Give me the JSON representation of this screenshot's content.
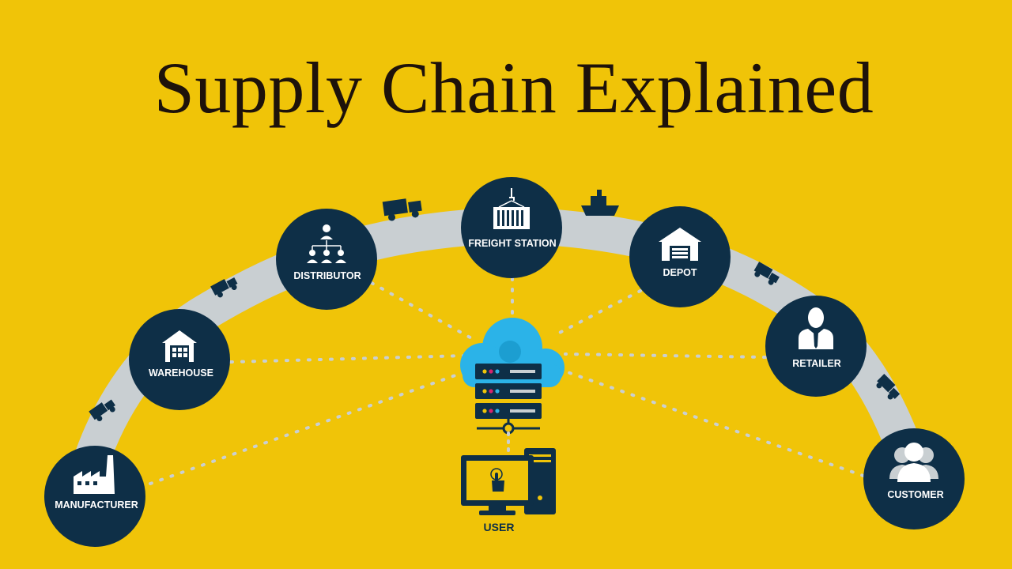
{
  "title": "Supply Chain Explained",
  "colors": {
    "background": "#f0c408",
    "node": "#0e2f47",
    "arc": "#c9cfd2",
    "cloud": "#2bb3e8",
    "server": "#0e2f47",
    "vehicle": "#0e2f47"
  },
  "nodes": [
    {
      "id": "manufacturer",
      "label": "MANUFACTURER",
      "icon": "factory-icon"
    },
    {
      "id": "warehouse",
      "label": "WAREHOUSE",
      "icon": "warehouse-icon"
    },
    {
      "id": "distributor",
      "label": "DISTRIBUTOR",
      "icon": "org-chart-icon"
    },
    {
      "id": "freight-station",
      "label": "FREIGHT STATION",
      "icon": "shipping-container-icon"
    },
    {
      "id": "depot",
      "label": "DEPOT",
      "icon": "garage-icon"
    },
    {
      "id": "retailer",
      "label": "RETAILER",
      "icon": "businessman-icon"
    },
    {
      "id": "customer",
      "label": "CUSTOMER",
      "icon": "people-icon"
    }
  ],
  "vehicles": [
    "truck-icon",
    "truck-icon",
    "truck-icon",
    "ship-icon",
    "truck-icon",
    "truck-icon"
  ],
  "center": {
    "cloud_icon": "cloud-icon",
    "server_icon": "server-icon",
    "user_icon": "computer-icon",
    "user_label": "USER"
  }
}
